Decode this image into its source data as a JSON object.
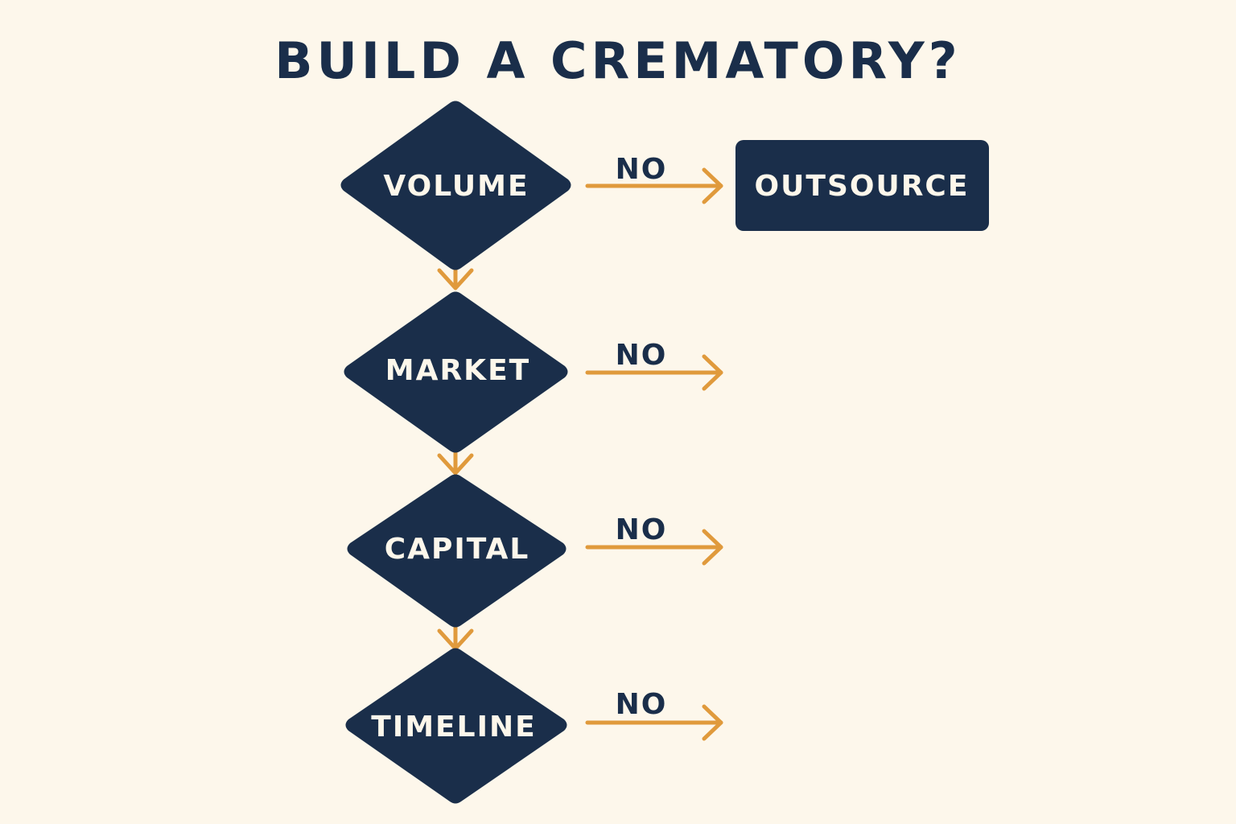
{
  "title": "BUILD A CREMATORY?",
  "colors": {
    "background": "#fdf7eb",
    "node_fill": "#1a2e4a",
    "node_text": "#fdf7eb",
    "arrow": "#e09a3c",
    "no_label": "#1a2e4a"
  },
  "decisions": [
    {
      "label": "VOLUME",
      "no_label": "NO"
    },
    {
      "label": "MARKET",
      "no_label": "NO"
    },
    {
      "label": "CAPITAL",
      "no_label": "NO"
    },
    {
      "label": "TIMELINE",
      "no_label": "NO"
    }
  ],
  "outcome": {
    "label": "OUTSOURCE"
  }
}
